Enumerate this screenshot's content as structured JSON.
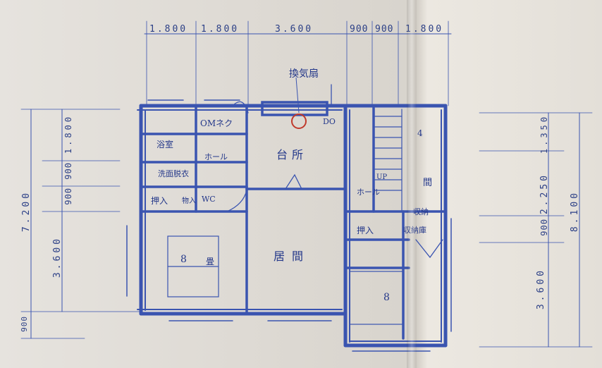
{
  "top_dimensions": [
    "1.800",
    "1.800",
    "3.600",
    "900",
    "900",
    "1.800"
  ],
  "left_dimensions": {
    "total": "7.200",
    "parts": [
      "1.800",
      "900",
      "900",
      "3.600"
    ],
    "bottom_offset": "900"
  },
  "right_dimensions": {
    "total": "8.100",
    "parts": [
      "1.350",
      "2.250",
      "900",
      "3.600"
    ]
  },
  "rooms": {
    "fan": "換気扇",
    "bath": "浴室",
    "wash": "洗面脱衣",
    "om": "OMネク",
    "hall_top": "ホール",
    "kitchen": "台所",
    "toilet_room": "WC",
    "oshiire_left": "押入",
    "closet_small": "物入",
    "washitsu_num": "8",
    "washitsu_label": "畳",
    "living": "居間",
    "hall_right": "ホール",
    "up": "UP",
    "room_right_top": "4",
    "room_right_2": "間",
    "storage_right": "収納",
    "oshiire_right": "押入",
    "storage_right_2": "収納庫",
    "washitsu2_num": "8",
    "do_label": "DO"
  },
  "colors": {
    "ink": "#2b3f86",
    "wall": "#3a54b0",
    "fan_mark": "#c0392b",
    "paper": "#e4e0d9"
  }
}
